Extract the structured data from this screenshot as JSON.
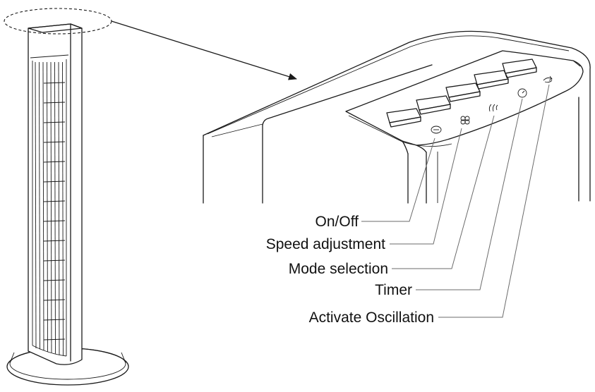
{
  "labels": {
    "on_off": "On/Off",
    "speed": "Speed adjustment",
    "mode": "Mode selection",
    "timer": "Timer",
    "oscillation": "Activate Oscillation"
  },
  "colors": {
    "line": "#1a1a1a",
    "leader": "#6b6b6b",
    "background": "#ffffff"
  }
}
